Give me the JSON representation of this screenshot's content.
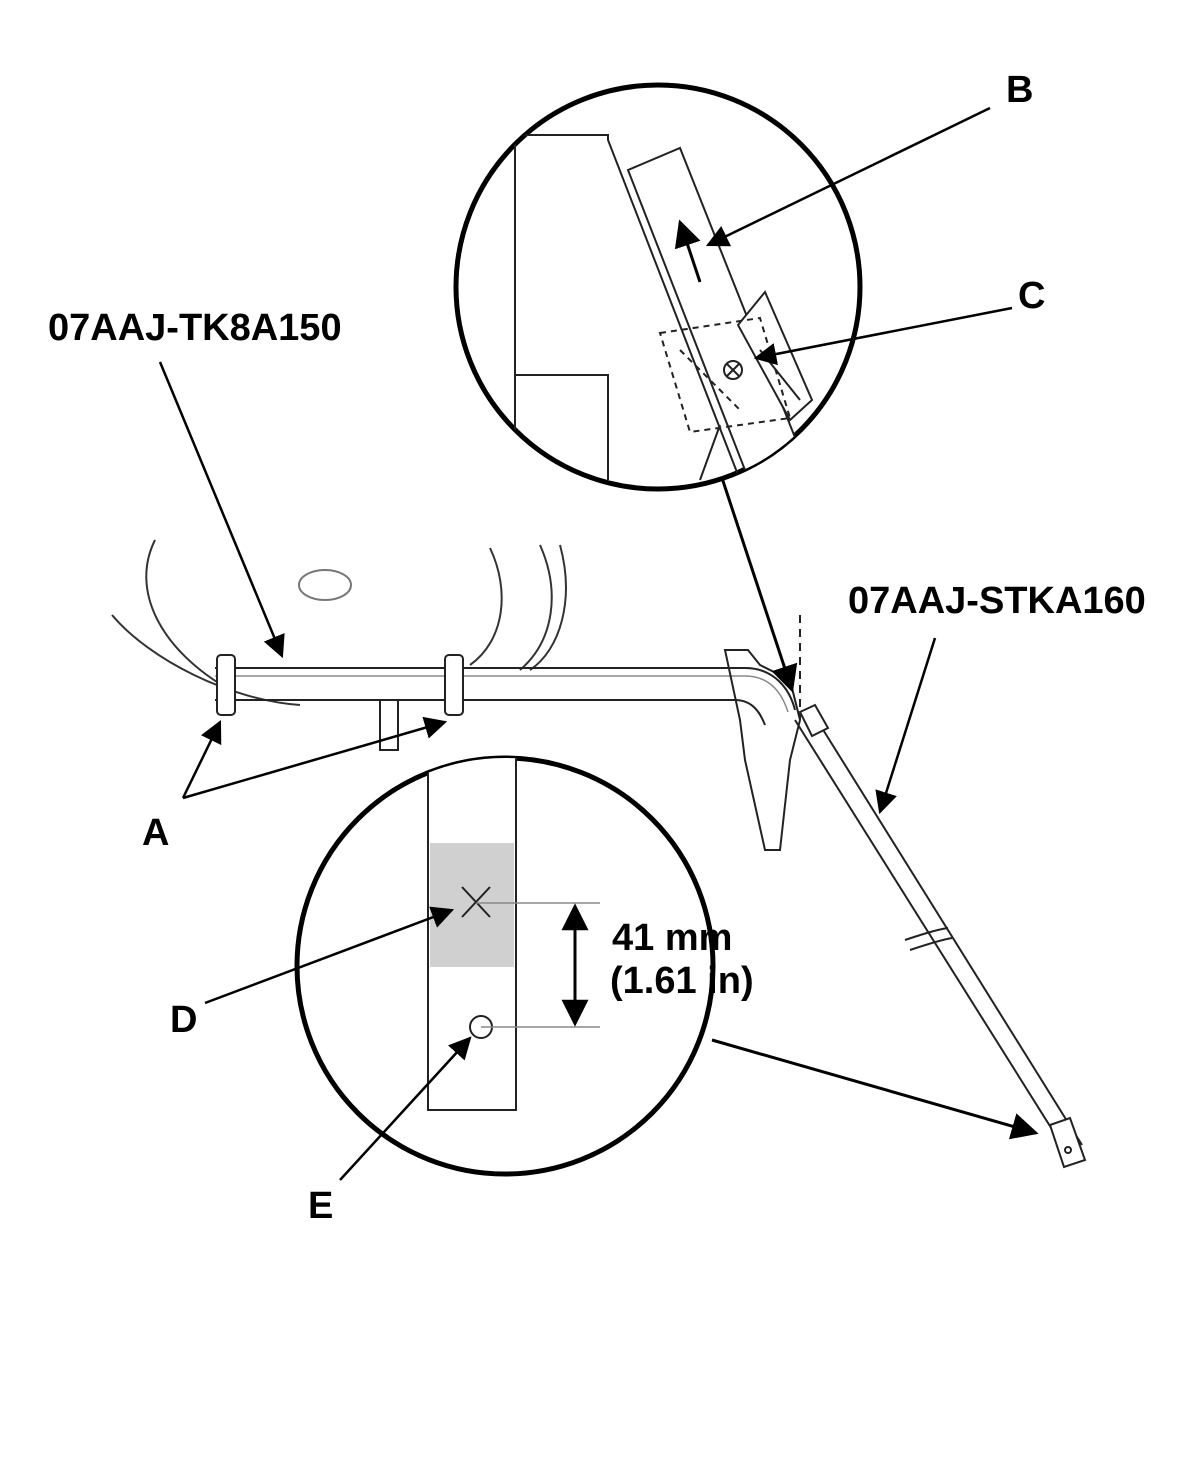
{
  "labels": {
    "part_number_1": "07AAJ-TK8A150",
    "part_number_2": "07AAJ-STKA160",
    "callout_a": "A",
    "callout_b": "B",
    "callout_c": "C",
    "callout_d": "D",
    "callout_e": "E",
    "dimension_mm": "41 mm",
    "dimension_in": "(1.61 in)"
  },
  "colors": {
    "line": "#000000",
    "detail_fill": "#d0d0d0",
    "background": "#ffffff"
  }
}
